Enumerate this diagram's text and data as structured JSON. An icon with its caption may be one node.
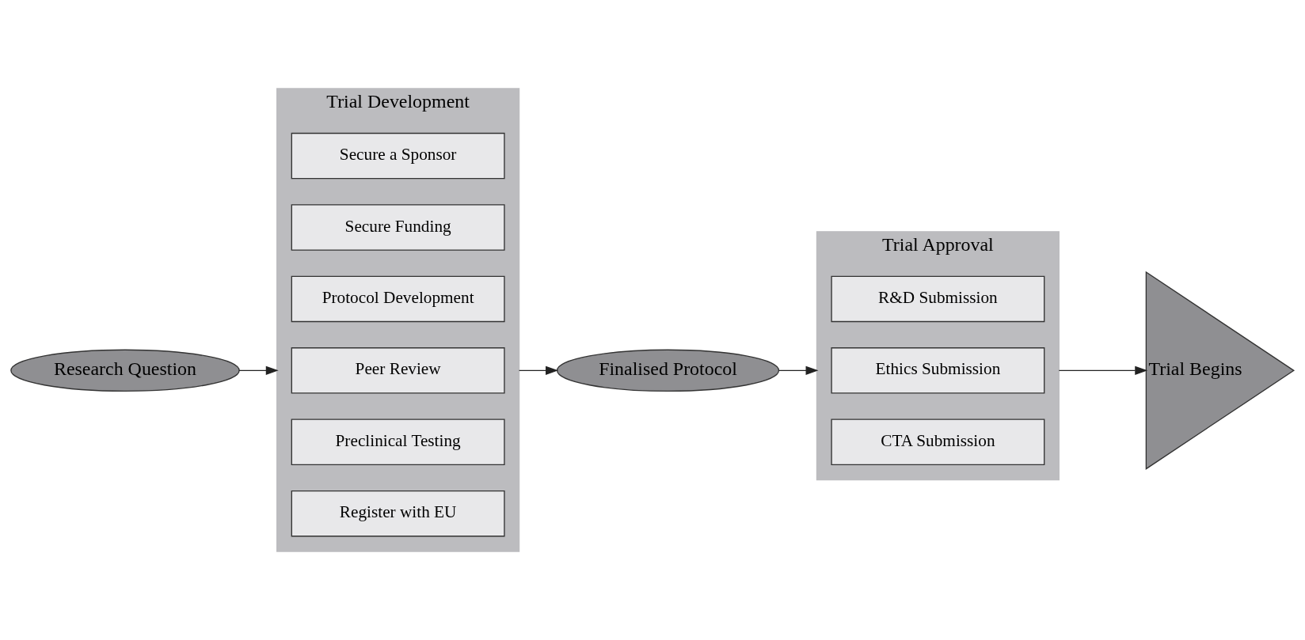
{
  "diagram": {
    "nodes": [
      {
        "text": [
          "Research Question"
        ]
      },
      {
        "text": [
          "Trial Development"
        ]
      },
      {
        "text": [
          "Secure a Sponsor"
        ],
        "in": 1
      },
      {
        "text": [
          "Secure Funding"
        ],
        "in": 1
      },
      {
        "text": [
          "Protocol Development"
        ],
        "in": 1
      },
      {
        "text": [
          "Peer Review"
        ],
        "in": 1
      },
      {
        "text": [
          "Preclinical Testing"
        ],
        "in": 1
      },
      {
        "text": [
          "Register with EU"
        ],
        "in": 1
      },
      {
        "text": [
          "Finalised Protocol"
        ]
      },
      {
        "text": [
          "Trial Approval"
        ]
      },
      {
        "text": [
          "R&D Submission"
        ],
        "in": 9
      },
      {
        "text": [
          "Ethics Submission"
        ],
        "in": 9
      },
      {
        "text": [
          "CTA Submission"
        ],
        "in": 9
      },
      {
        "text": [
          "Trial Begins"
        ]
      }
    ],
    "edges": [
      {
        "from": 0,
        "to": 1,
        "arrow": "to"
      },
      {
        "from": 1,
        "to": 8,
        "arrow": "to"
      },
      {
        "from": 8,
        "to": 9,
        "arrow": "to"
      },
      {
        "from": 9,
        "to": 13,
        "arrow": "to"
      }
    ]
  }
}
